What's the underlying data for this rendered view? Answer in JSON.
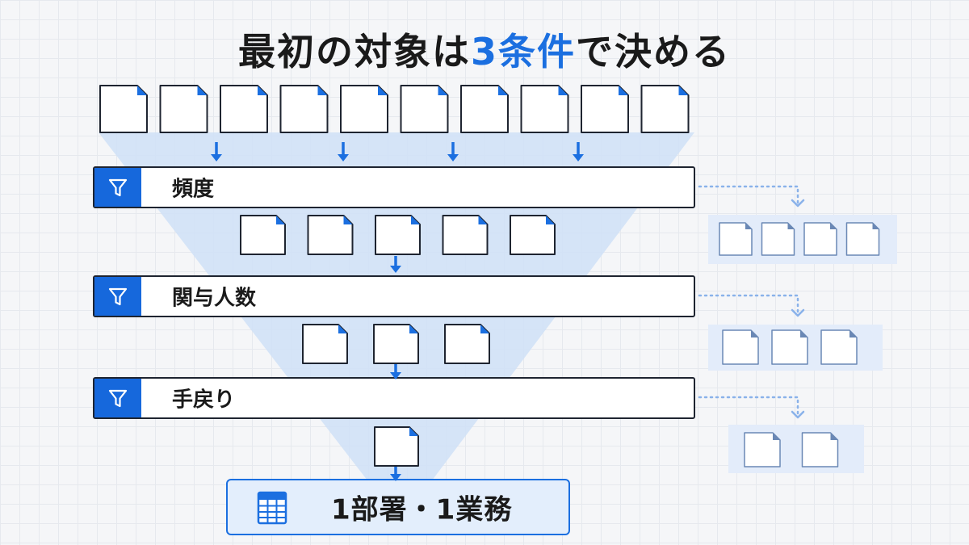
{
  "title": {
    "before": "最初の対象は",
    "highlight": "3条件",
    "after": "で決める"
  },
  "filters": [
    {
      "label": "頻度",
      "passed": 5,
      "rejected": 4
    },
    {
      "label": "関与人数",
      "passed": 3,
      "rejected": 3
    },
    {
      "label": "手戻り",
      "passed": 1,
      "rejected": 2
    }
  ],
  "initial_count": 10,
  "result": {
    "label": "1部署・1業務"
  },
  "colors": {
    "accent": "#1b6fe0",
    "funnel": "#cfe0f7",
    "doc_border": "#1e2430",
    "doc_corner": "#1b6fe0",
    "reject_border": "#6a88b5"
  },
  "icons": {
    "filter": "funnel-filter-icon",
    "result": "spreadsheet-icon",
    "document": "document-icon"
  }
}
